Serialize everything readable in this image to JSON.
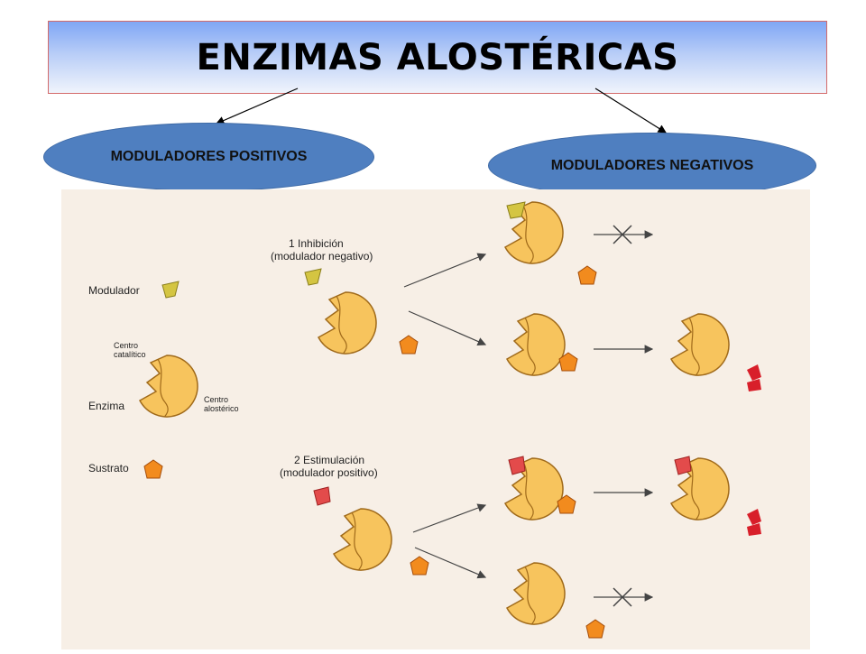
{
  "title": "ENZIMAS ALOSTÉRICAS",
  "ovals": {
    "positive": "MODULADORES POSITIVOS",
    "negative": "MODULADORES NEGATIVOS"
  },
  "figure": {
    "inhibition_line1": "1 Inhibición",
    "inhibition_line2": "(modulador negativo)",
    "stimulation_line1": "2 Estimulación",
    "stimulation_line2": "(modulador positivo)",
    "legend": {
      "modulator": "Modulador",
      "catalytic_center_line1": "Centro",
      "catalytic_center_line2": "catalítico",
      "enzyme": "Enzima",
      "allosteric_center_line1": "Centro",
      "allosteric_center_line2": "alostérico",
      "substrate": "Sustrato"
    }
  },
  "colors": {
    "enzyme": "#f7c45d",
    "negative_modulator": "#d4c542",
    "positive_modulator": "#e34b4b",
    "substrate": "#f28b1e",
    "product": "#d81f2a",
    "oval": "#4f7fc0"
  }
}
